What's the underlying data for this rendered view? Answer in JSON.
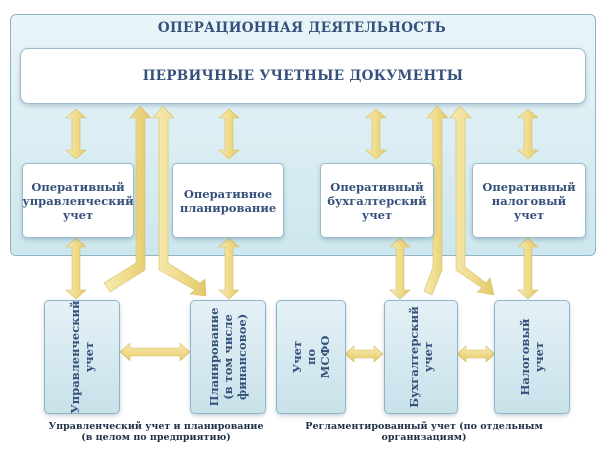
{
  "operational": {
    "title": "ОПЕРАЦИОННАЯ ДЕЯТЕЛЬНОСТЬ",
    "primary_docs": "ПЕРВИЧНЫЕ УЧЕТНЫЕ ДОКУМЕНТЫ",
    "boxes": [
      "Оперативный\nуправленческий\nучет",
      "Оперативное\nпланирование",
      "Оперативный\nбухгалтерский\nучет",
      "Оперативный\nналоговый\nучет"
    ]
  },
  "lower": {
    "boxes": [
      "Управленческий\nучет",
      "Планирование\n(в том числе\nфинансовое)",
      "Учет по МСФО",
      "Бухгалтерский\nучет",
      "Налоговый\nучет"
    ],
    "captions": [
      "Управленческий учет и планирование\n(в целом по предприятию)",
      "Регламентированный учет (по отдельным организациям)"
    ]
  },
  "colors": {
    "arrow": "#f0dc8c",
    "panel": "#d8edf2",
    "text": "#35507a"
  }
}
